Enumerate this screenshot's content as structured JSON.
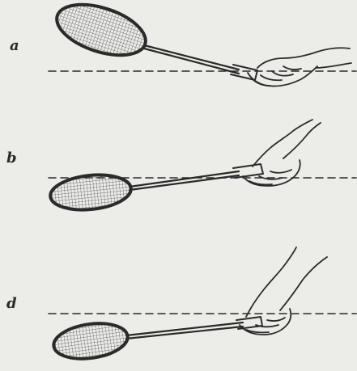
{
  "figure": {
    "panels": [
      {
        "label": "a"
      },
      {
        "label": "b"
      },
      {
        "label": "d"
      }
    ]
  },
  "colors": {
    "background": "#ecece9",
    "ink": "#2a2a2a"
  }
}
